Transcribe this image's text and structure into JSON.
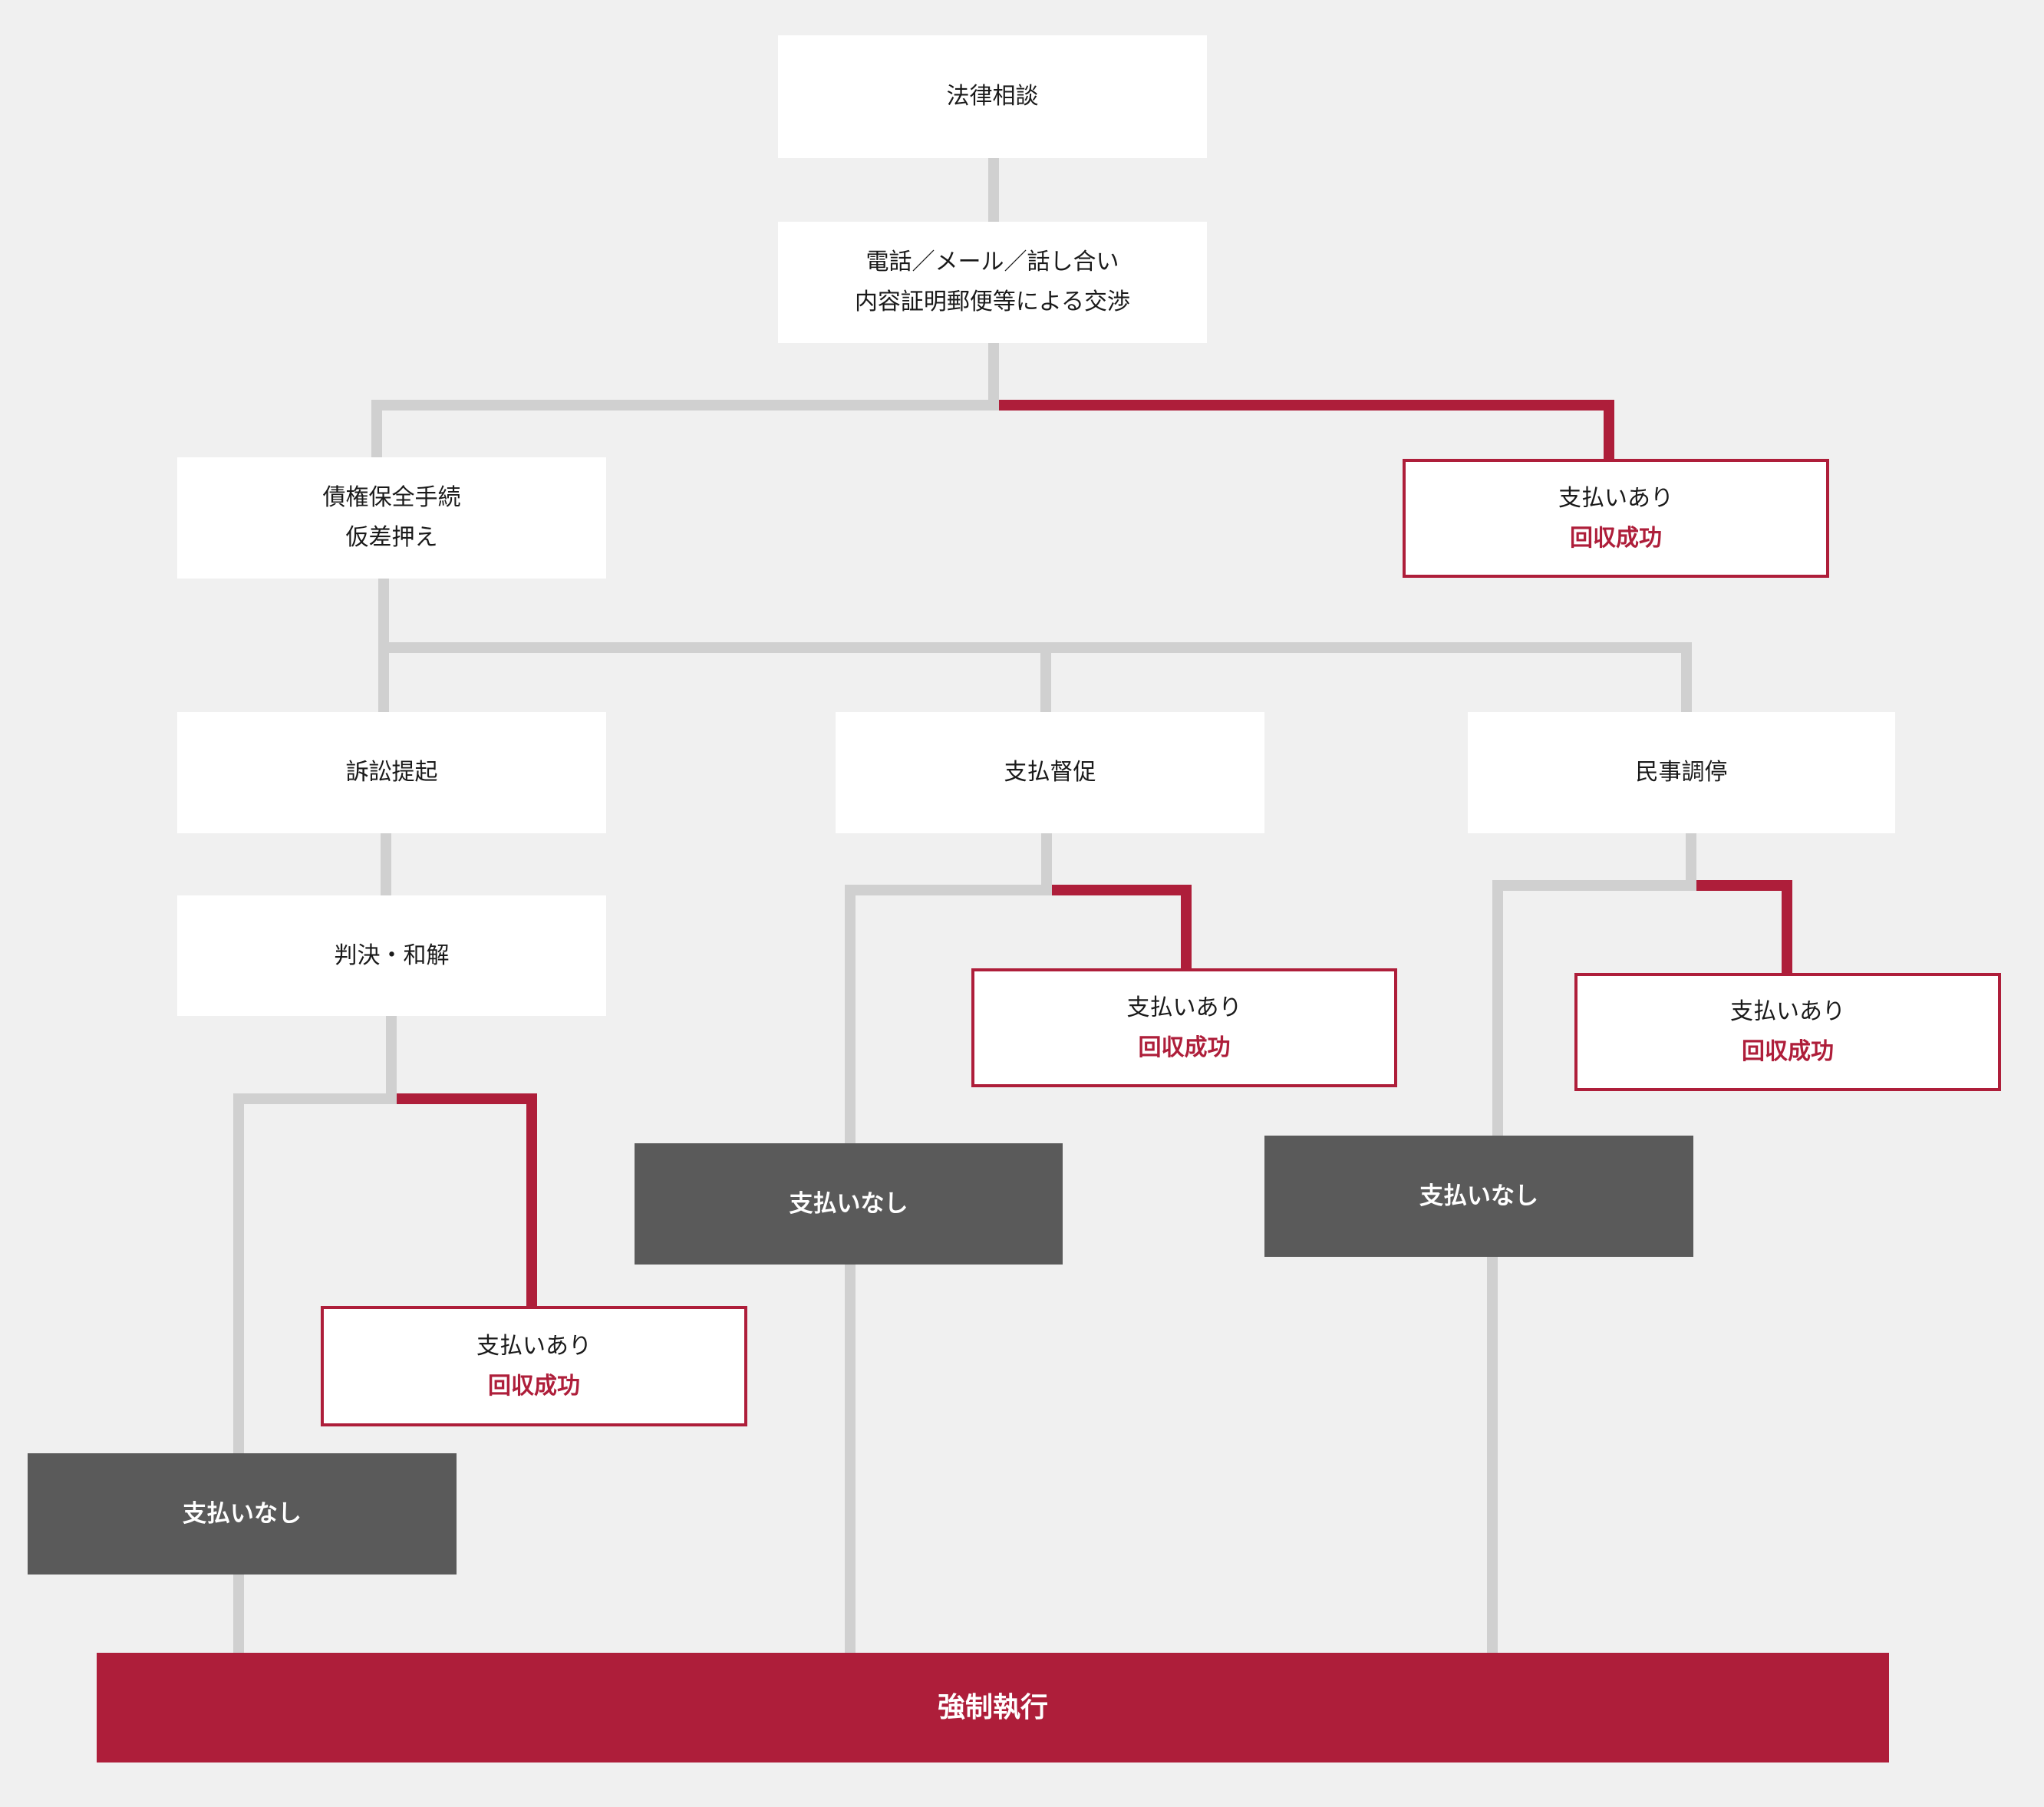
{
  "colors": {
    "background": "#f0f0f0",
    "accent": "#ae1e3a",
    "connector": "#d0d0d0",
    "no_payment": "#5a5a5a"
  },
  "nodes": {
    "consultation": "法律相談",
    "negotiation": [
      "電話／メール／話し合い",
      "内容証明郵便等による交渉"
    ],
    "preservation": [
      "債権保全手続",
      "仮差押え"
    ],
    "lawsuit": "訴訟提起",
    "judgment": "判決・和解",
    "payment_demand": "支払督促",
    "civil_mediation": "民事調停",
    "enforcement": "強制執行"
  },
  "outcomes": {
    "paid": "支払いあり",
    "recovered": "回収成功",
    "unpaid": "支払いなし"
  }
}
